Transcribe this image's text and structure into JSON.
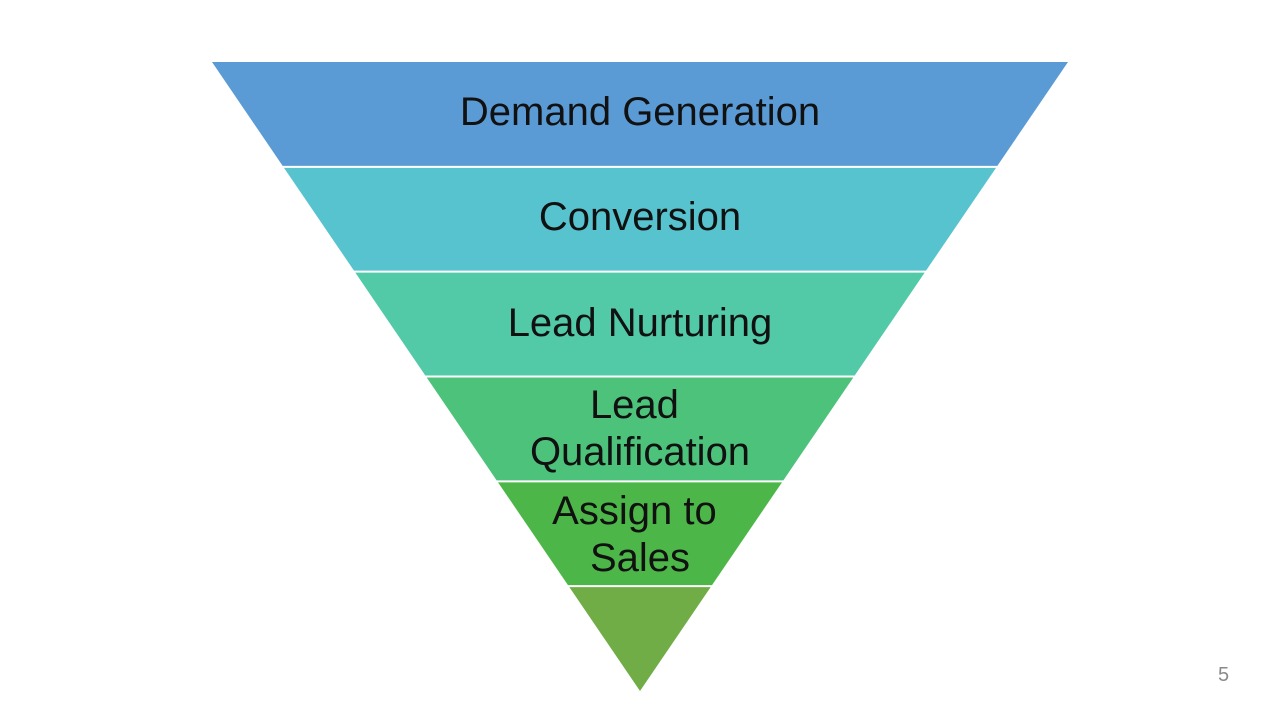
{
  "funnel": {
    "stages": [
      {
        "lines": [
          "Demand Generation"
        ],
        "color": "#5B9BD5"
      },
      {
        "lines": [
          "Conversion"
        ],
        "color": "#56C3CF"
      },
      {
        "lines": [
          "Lead Nurturing"
        ],
        "color": "#52C9A7"
      },
      {
        "lines": [
          "Lead",
          "Qualification"
        ],
        "color": "#4DC27A"
      },
      {
        "lines": [
          "Assign to",
          "Sales"
        ],
        "color": "#4CB748"
      },
      {
        "lines": [],
        "color": "#70AD47"
      }
    ]
  },
  "slide": {
    "page_number": "5"
  }
}
